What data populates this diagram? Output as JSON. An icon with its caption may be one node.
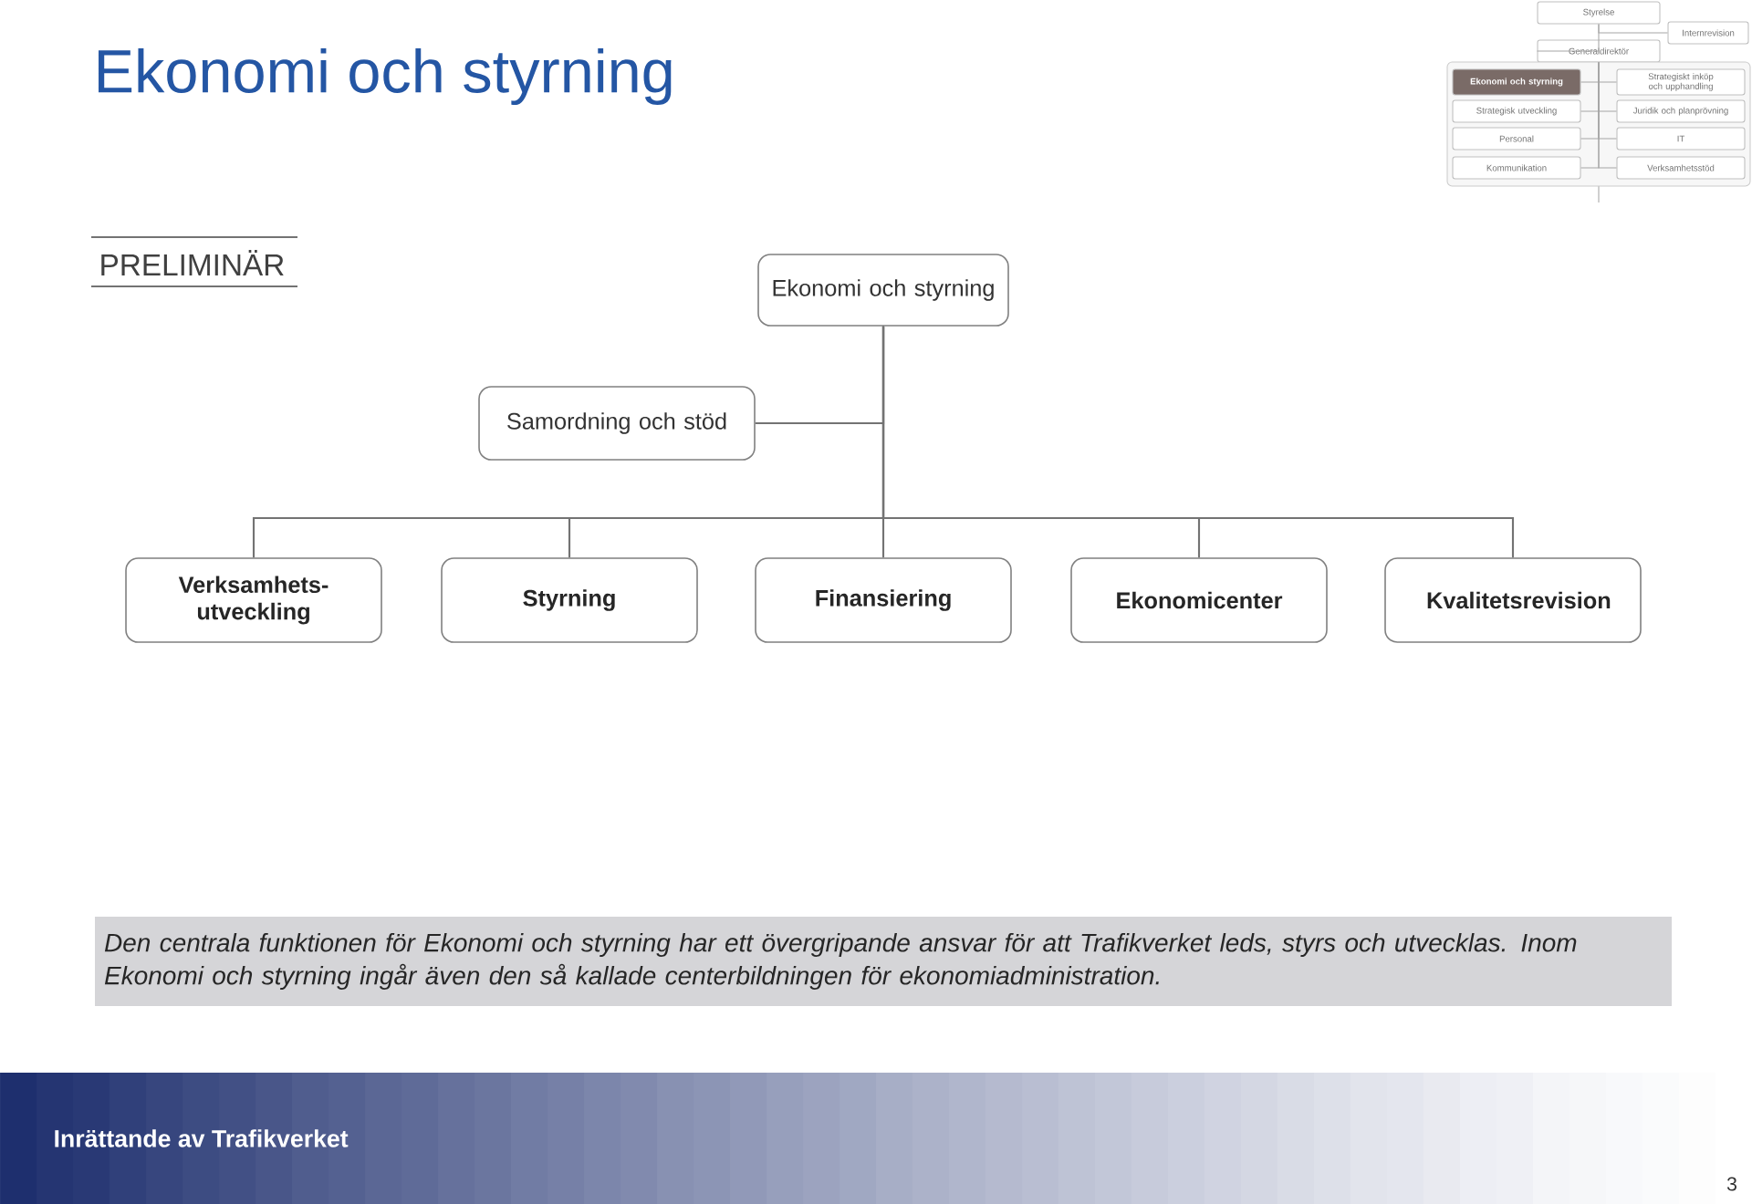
{
  "diagram": {
    "title": "Ekonomi och styrning",
    "nodes": [
      {
        "text": [
          "Styrelse"
        ]
      },
      {
        "text": [
          "Internrevision"
        ]
      },
      {
        "text": [
          "Generaldirektör"
        ]
      },
      {
        "text": [],
        "shape": "box"
      },
      {
        "text": [
          "Ekonomi och styrning"
        ],
        "in": 3
      },
      {
        "text": [
          "Strategiskt inköp och upphandling"
        ],
        "in": 3
      },
      {
        "text": [
          "Strategisk utveckling"
        ],
        "in": 3
      },
      {
        "text": [
          "Juridik och planprövning"
        ],
        "in": 3
      },
      {
        "text": [
          "Personal"
        ],
        "in": 3
      },
      {
        "text": [
          "IT"
        ],
        "in": 3
      },
      {
        "text": [
          "Kommunikation"
        ],
        "in": 3
      },
      {
        "text": [
          "Verksamhetsstöd"
        ],
        "in": 3
      },
      {
        "text": [
          "Ekonomi och styrning"
        ]
      },
      {
        "text": [
          "Samordning och stöd"
        ]
      },
      {
        "text": [
          "Verksamhets- utveckling"
        ]
      },
      {
        "text": [
          "Styrning"
        ]
      },
      {
        "text": [
          "Finansiering"
        ]
      },
      {
        "text": [
          "Ekonomicenter"
        ]
      },
      {
        "text": [
          "Kvalitetsrevision"
        ]
      },
      {
        "text": [
          "Den centrala funktionen för Ekonomi och styrning har ett övergripande ansvar för att Trafikverket leds, styrs och utvecklas. Inom Ekonomi och styrning ingår även den så kallade centerbildningen för ekonomiadministration."
        ]
      }
    ],
    "edges": [
      {
        "from": 0,
        "to": 2,
        "arrow": "none"
      },
      {
        "from": 0,
        "to": 1,
        "arrow": "none"
      },
      {
        "from": 2,
        "to": 4,
        "arrow": "none"
      },
      {
        "from": 2,
        "to": 5,
        "arrow": "none"
      },
      {
        "from": 2,
        "to": 6,
        "arrow": "none"
      },
      {
        "from": 2,
        "to": 7,
        "arrow": "none"
      },
      {
        "from": 2,
        "to": 8,
        "arrow": "none"
      },
      {
        "from": 2,
        "to": 9,
        "arrow": "none"
      },
      {
        "from": 2,
        "to": 10,
        "arrow": "none"
      },
      {
        "from": 2,
        "to": 11,
        "arrow": "none"
      },
      {
        "from": 12,
        "to": 13,
        "arrow": "none"
      },
      {
        "from": 12,
        "to": 14,
        "arrow": "none"
      },
      {
        "from": 12,
        "to": 15,
        "arrow": "none"
      },
      {
        "from": 12,
        "to": 16,
        "arrow": "none"
      },
      {
        "from": 12,
        "to": 17,
        "arrow": "none"
      },
      {
        "from": 12,
        "to": 18,
        "arrow": "none"
      }
    ],
    "labels": [
      "PRELIMINÄR",
      "Inrättande av Trafikverket",
      "3"
    ]
  }
}
